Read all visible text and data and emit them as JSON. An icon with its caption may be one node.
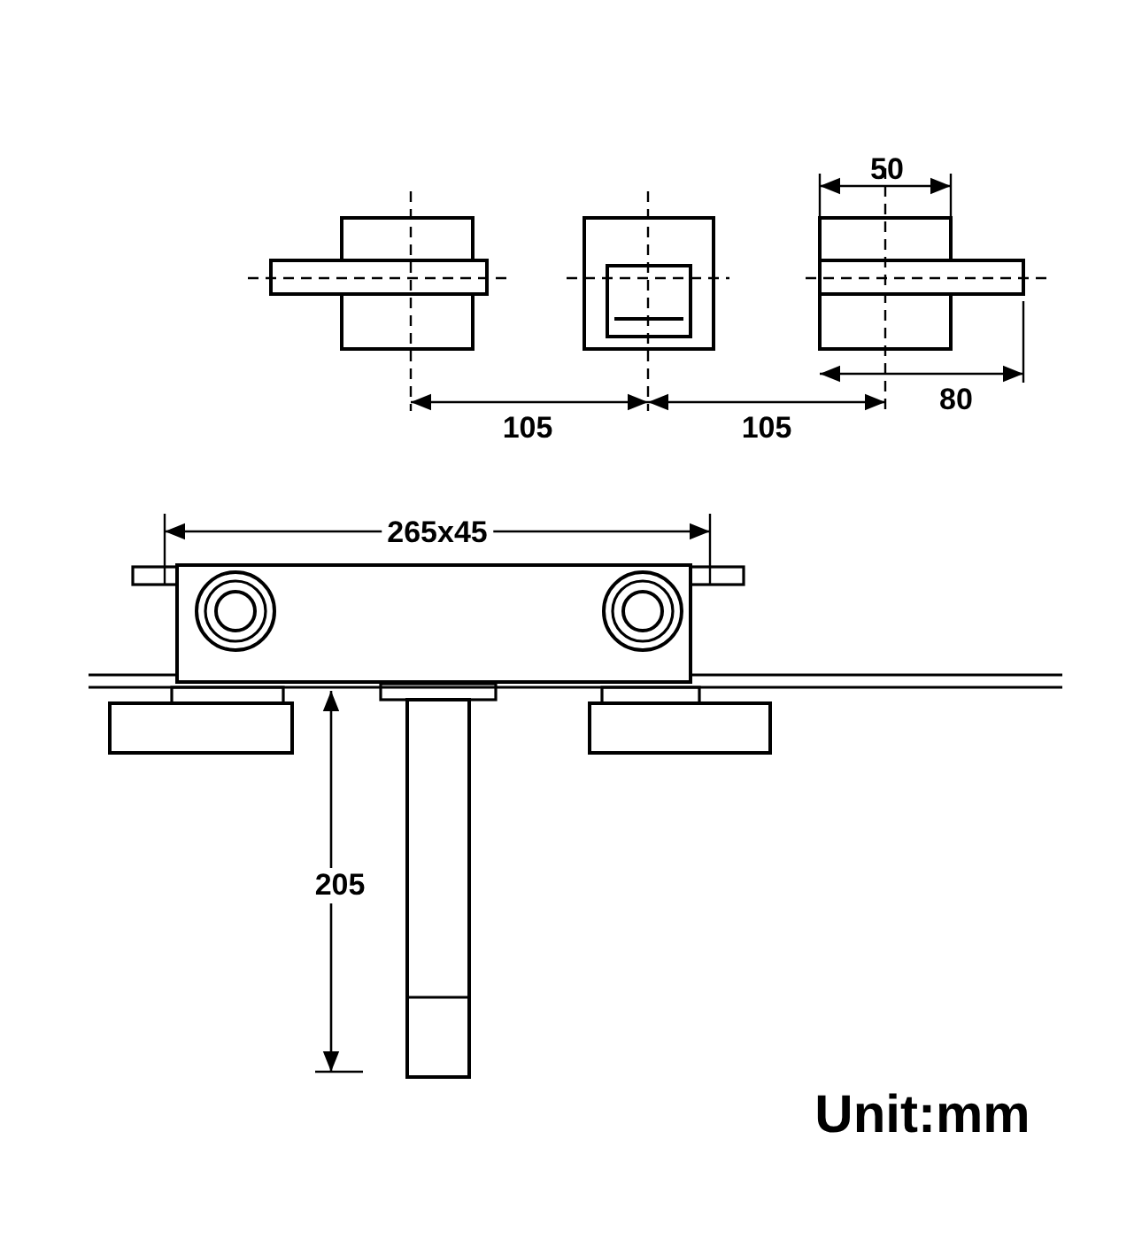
{
  "diagram": {
    "labels": [
      "50",
      "105",
      "105",
      "80",
      "265x45",
      "205",
      "Unit:mm"
    ]
  }
}
